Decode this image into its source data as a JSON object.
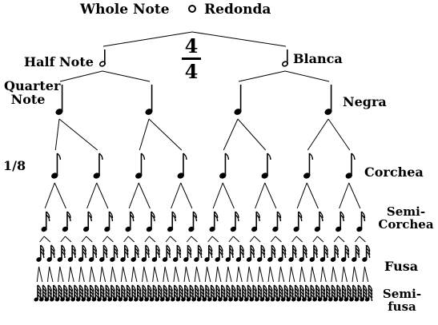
{
  "labels": {
    "whole": "Whole Note",
    "redonda": "Redonda",
    "half": "Half Note",
    "blanca": "Blanca",
    "quarter_line1": "Quarter",
    "quarter_line2": "Note",
    "negra": "Negra",
    "eighth": "1/8",
    "corchea": "Corchea",
    "semicorchea_line1": "Semi-",
    "semicorchea_line2": "Corchea",
    "fusa": "Fusa",
    "semifusa_line1": "Semi-",
    "semifusa_line2": "fusa"
  },
  "time_signature": {
    "top": "4",
    "bottom": "4"
  },
  "tree": {
    "levels": [
      {
        "name": "whole",
        "count": 1,
        "flags": 0,
        "hollow": true,
        "stem": false
      },
      {
        "name": "half",
        "count": 2,
        "flags": 0,
        "hollow": true,
        "stem": true
      },
      {
        "name": "quarter",
        "count": 4,
        "flags": 0,
        "hollow": false,
        "stem": true
      },
      {
        "name": "eighth",
        "count": 8,
        "flags": 1,
        "hollow": false,
        "stem": true
      },
      {
        "name": "sixteenth",
        "count": 16,
        "flags": 2,
        "hollow": false,
        "stem": true
      },
      {
        "name": "thirty-second",
        "count": 32,
        "flags": 3,
        "hollow": false,
        "stem": true
      },
      {
        "name": "sixty-fourth",
        "count": 64,
        "flags": 4,
        "hollow": false,
        "stem": true
      }
    ]
  }
}
